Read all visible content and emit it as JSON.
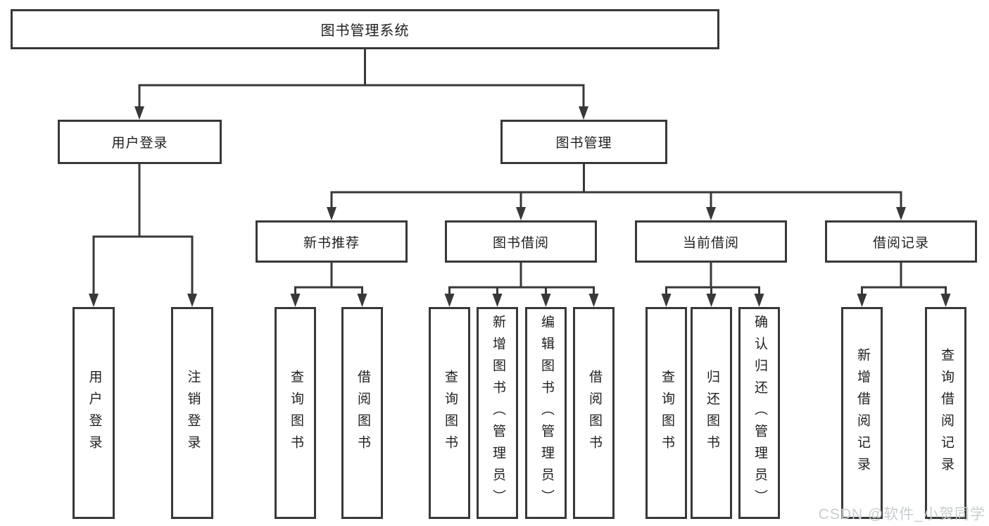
{
  "diagram": {
    "root": "图书管理系统",
    "branches": [
      {
        "label": "用户登录",
        "children": [
          "用户登录",
          "注销登录"
        ]
      },
      {
        "label": "图书管理",
        "groups": [
          {
            "label": "新书推荐",
            "children": [
              "查询图书",
              "借阅图书"
            ]
          },
          {
            "label": "图书借阅",
            "children": [
              "查询图书",
              "新增图书（管理员）",
              "编辑图书（管理员）",
              "借阅图书"
            ]
          },
          {
            "label": "当前借阅",
            "children": [
              "查询图书",
              "归还图书",
              "确认归还（管理员）"
            ]
          },
          {
            "label": "借阅记录",
            "children": [
              "新增借阅记录",
              "查询借阅记录"
            ]
          }
        ]
      }
    ]
  },
  "watermark": "CSDN @软件_小贺同学",
  "colors": {
    "line": "#383838",
    "text": "#1f1f1f",
    "watermark": "#c9cdd1",
    "background": "#ffffff"
  }
}
